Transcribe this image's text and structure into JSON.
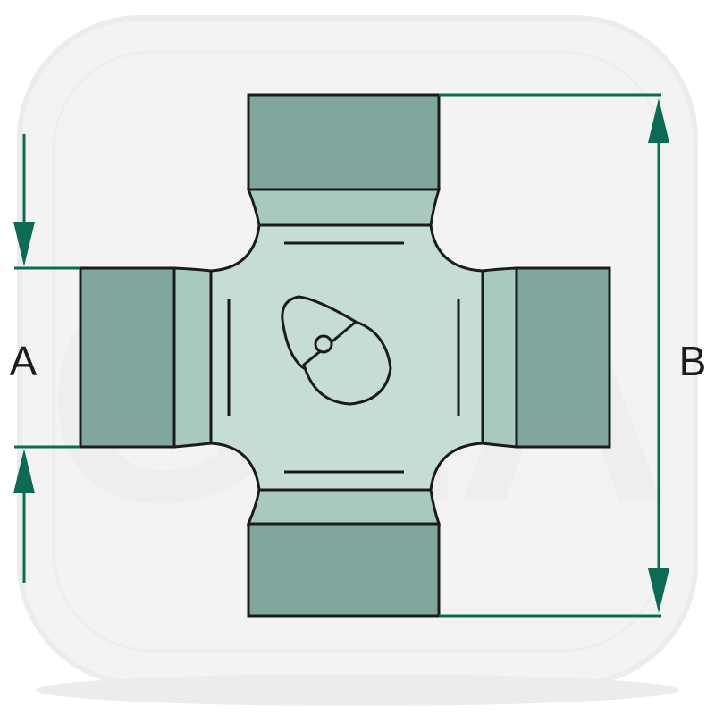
{
  "diagram": {
    "labels": {
      "a": "A",
      "b": "B"
    },
    "colors": {
      "body_fill": "#c5ddd6",
      "cap_fill": "#7fa79d",
      "outline": "#1b1b1b",
      "dimension": "#0d6b55",
      "watermark": "#f2f2f2"
    },
    "watermark_text": "GZA"
  }
}
